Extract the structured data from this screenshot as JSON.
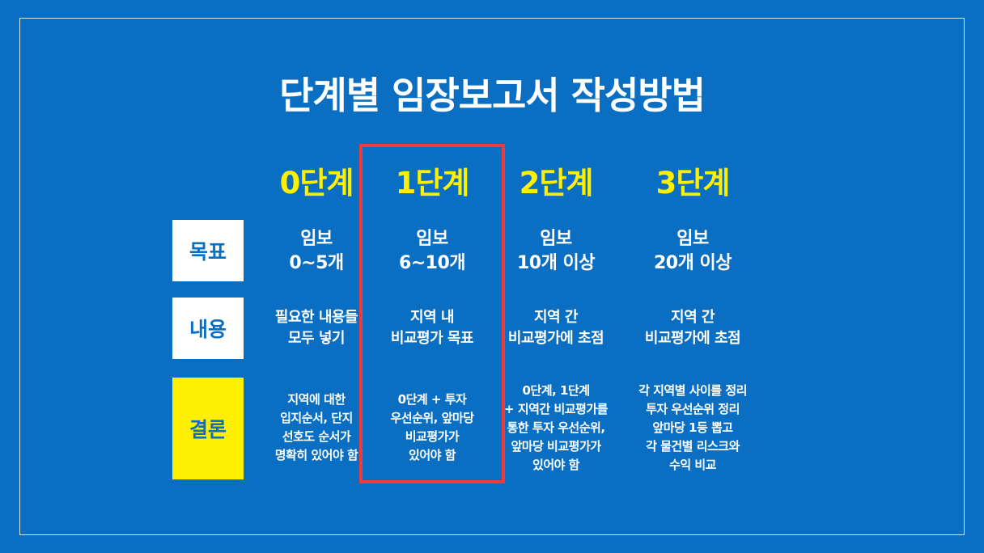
{
  "title": "단계별 임장보고서 작성방법",
  "columns": [
    "0단계",
    "1단계",
    "2단계",
    "3단계"
  ],
  "rows": [
    {
      "label": "목표",
      "cells": [
        [
          "임보",
          "0~5개"
        ],
        [
          "임보",
          "6~10개"
        ],
        [
          "임보",
          "10개 이상"
        ],
        [
          "임보",
          "20개 이상"
        ]
      ]
    },
    {
      "label": "내용",
      "cells": [
        [
          "필요한 내용들",
          "모두 넣기"
        ],
        [
          "지역 내",
          "비교평가 목표"
        ],
        [
          "지역 간",
          "비교평가에 초점"
        ],
        [
          "지역 간",
          "비교평가에 초점"
        ]
      ]
    },
    {
      "label": "결론",
      "cells": [
        [
          "지역에 대한",
          "입지순서, 단지",
          "선호도 순서가",
          "명확히 있어야 함"
        ],
        [
          "0단계 + 투자",
          "우선순위,  앞마당",
          "비교평가가",
          "있어야 함"
        ],
        [
          "0단계, 1단계",
          "+ 지역간 비교평가를",
          "통한 투자 우선순위,",
          "앞마당 비교평가가",
          "있어야 함"
        ],
        [
          "각 지역별 사이를 정리",
          "투자 우선순위 정리",
          "앞마당 1등 뽑고",
          "각 물건별 리스크와",
          "수익 비교"
        ]
      ]
    }
  ],
  "colors": {
    "background": "#0a6fc2",
    "accent_yellow": "#ffef00",
    "highlight_red": "#ef3b3b",
    "text_white": "#ffffff"
  },
  "highlighted_column": "1단계"
}
